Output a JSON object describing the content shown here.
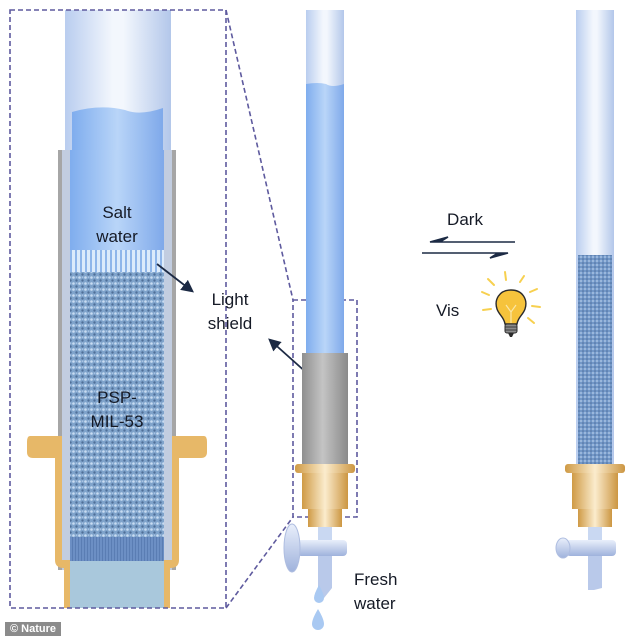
{
  "figure": {
    "labels": {
      "salt_water_line1": "Salt",
      "salt_water_line2": "water",
      "material_line1": "PSP-",
      "material_line2": "MIL-53",
      "light_shield_line1": "Light",
      "light_shield_line2": "shield",
      "fresh_water_line1": "Fresh",
      "fresh_water_line2": "water",
      "dark": "Dark",
      "vis": "Vis"
    },
    "icons": {
      "reversible_arrow": "equilibrium-arrows",
      "light_source": "light-bulb"
    },
    "colors": {
      "water": "#8fb8ef",
      "tube_glass": "#c9d8f0",
      "packed_material": "#7fa2c8",
      "shield_gray": "#a0a0a0",
      "brass_fitting": "#e7b868",
      "dashed_outline": "#5e5a9e",
      "arrow": "#1c2a44",
      "bulb_yellow": "#f6c33c"
    }
  },
  "credit": "© Nature"
}
